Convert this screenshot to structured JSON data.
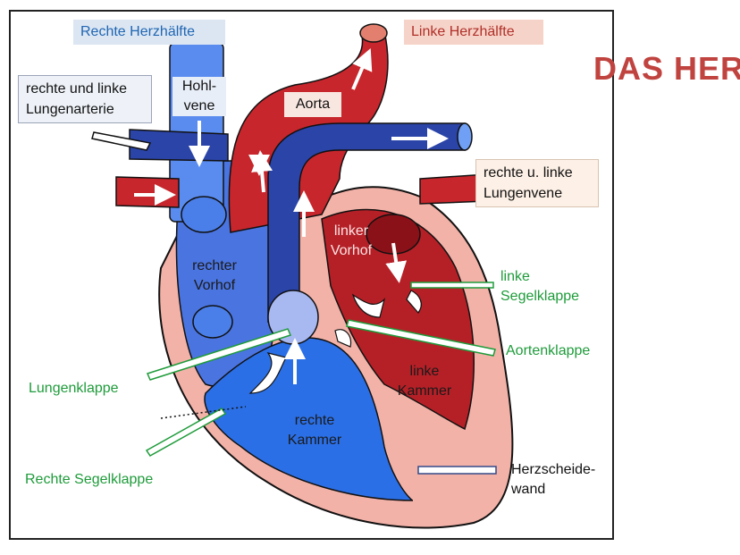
{
  "title": "DAS HER",
  "colors": {
    "oxygen_poor_blue": "#2f57c8",
    "oxygen_rich_red": "#c6262c",
    "wall_pink": "#f3b2a8",
    "valve_green": "#1e9b3a",
    "title_red": "#c0433f"
  },
  "labels": {
    "right_half": "Rechte Herzhälfte",
    "left_half": "Linke Herzhälfte",
    "pulmonary_artery": "rechte und linke Lungenarterie",
    "vena_cava": "Hohl-vene",
    "aorta": "Aorta",
    "pulmonary_vein": "rechte u. linke Lungenvene",
    "left_atrium": "linker Vorhof",
    "right_atrium": "rechter Vorhof",
    "left_av_valve": "linke Segelklappe",
    "aortic_valve": "Aortenklappe",
    "pulmonary_valve": "Lungenklappe",
    "left_ventricle": "linke Kammer",
    "right_ventricle": "rechte Kammer",
    "right_av_valve": "Rechte Segelklappe",
    "septum": "Herzscheide-wand"
  }
}
